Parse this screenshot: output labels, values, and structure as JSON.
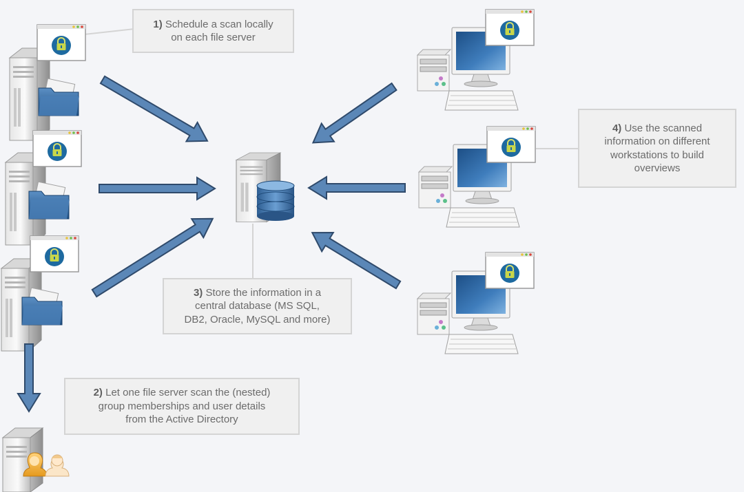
{
  "callouts": {
    "step1": {
      "num": "1)",
      "line1": "Schedule  a scan locally",
      "line2": "on each  file server"
    },
    "step2": {
      "num": "2)",
      "line1": "Let one file server scan the (nested)",
      "line2": "group memberships and user details",
      "line3": "from the Active Directory"
    },
    "step3": {
      "num": "3)",
      "line1": "Store the information in a",
      "line2": "central database (MS SQL,",
      "line3": "DB2, Oracle, MySQL  and more)"
    },
    "step4": {
      "num": "4)",
      "line1": "Use  the scanned",
      "line2": "information on different",
      "line3": "workstations to build",
      "line4": "overviews"
    }
  },
  "icons": {
    "file_server": "file-server-icon",
    "database_server": "database-server-icon",
    "workstation": "workstation-icon",
    "lock": "lock-icon",
    "ad_server": "active-directory-server-icon",
    "users": "users-icon"
  },
  "colors": {
    "arrow_fill": "#5b87b7",
    "arrow_stroke": "#2f4a6b",
    "background": "#f4f5f8",
    "callout_bg": "#f0f0f0",
    "lock_circle": "#1e6aa0",
    "lock_body": "#c8d64a"
  }
}
